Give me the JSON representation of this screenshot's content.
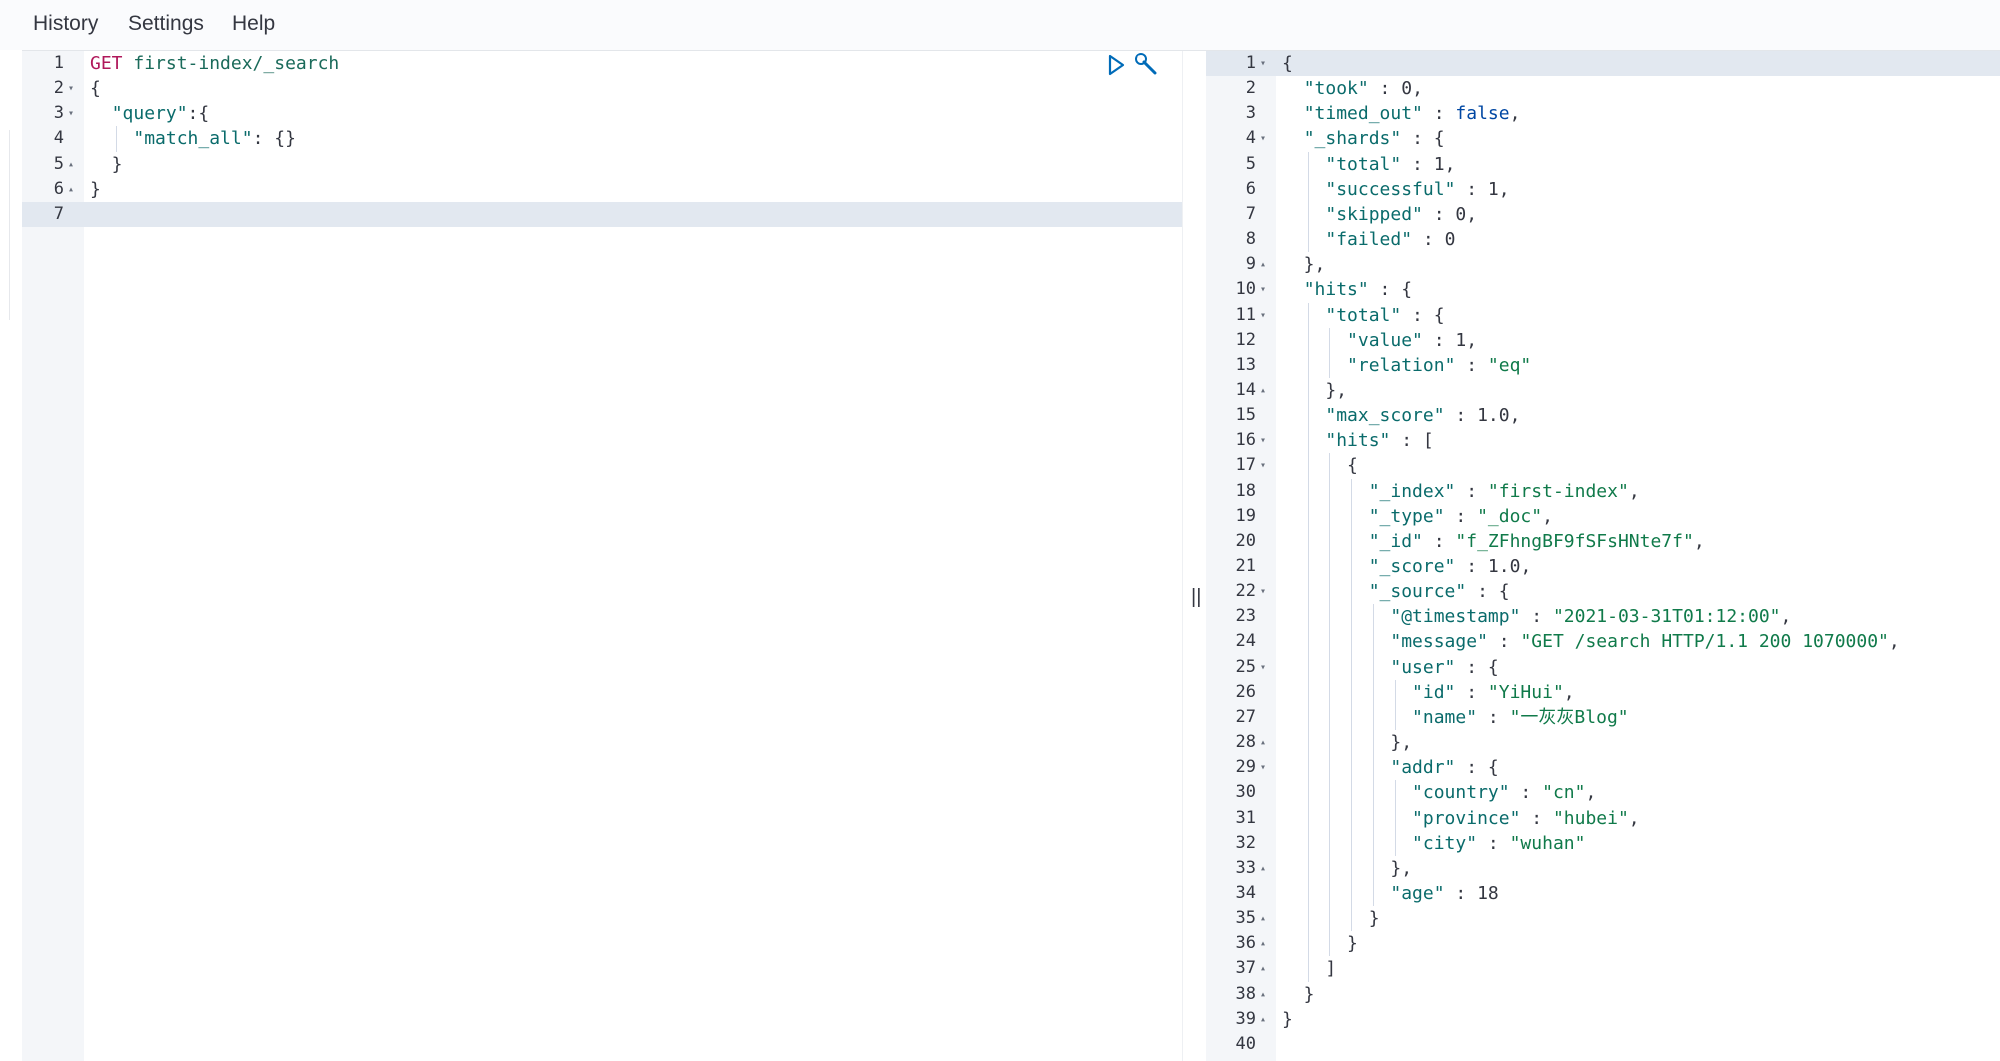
{
  "menu": {
    "history": "History",
    "settings": "Settings",
    "help": "Help"
  },
  "request": {
    "lines": [
      {
        "num": "1",
        "fold": "",
        "tokens": [
          {
            "t": "GET",
            "c": "m"
          },
          {
            "t": " first-index/_search",
            "c": "u"
          }
        ]
      },
      {
        "num": "2",
        "fold": "▾",
        "tokens": [
          {
            "t": "{",
            "c": "p"
          }
        ]
      },
      {
        "num": "3",
        "fold": "▾",
        "tokens": [
          {
            "t": "  ",
            "c": "p"
          },
          {
            "t": "\"query\"",
            "c": "k"
          },
          {
            "t": ":{",
            "c": "p"
          }
        ]
      },
      {
        "num": "4",
        "fold": "",
        "tokens": [
          {
            "t": "    ",
            "c": "p"
          },
          {
            "t": "\"match_all\"",
            "c": "k"
          },
          {
            "t": ": {}",
            "c": "p"
          }
        ]
      },
      {
        "num": "5",
        "fold": "▴",
        "tokens": [
          {
            "t": "  }",
            "c": "p"
          }
        ]
      },
      {
        "num": "6",
        "fold": "▴",
        "tokens": [
          {
            "t": "}",
            "c": "p"
          }
        ]
      },
      {
        "num": "7",
        "fold": "",
        "tokens": []
      }
    ]
  },
  "response": {
    "lines": [
      {
        "num": "1",
        "fold": "▾",
        "tokens": [
          {
            "t": "{",
            "c": "p"
          }
        ]
      },
      {
        "num": "2",
        "fold": "",
        "tokens": [
          {
            "t": "  ",
            "c": "p"
          },
          {
            "t": "\"took\"",
            "c": "k"
          },
          {
            "t": " : ",
            "c": "p"
          },
          {
            "t": "0",
            "c": "n"
          },
          {
            "t": ",",
            "c": "p"
          }
        ]
      },
      {
        "num": "3",
        "fold": "",
        "tokens": [
          {
            "t": "  ",
            "c": "p"
          },
          {
            "t": "\"timed_out\"",
            "c": "k"
          },
          {
            "t": " : ",
            "c": "p"
          },
          {
            "t": "false",
            "c": "b"
          },
          {
            "t": ",",
            "c": "p"
          }
        ]
      },
      {
        "num": "4",
        "fold": "▾",
        "tokens": [
          {
            "t": "  ",
            "c": "p"
          },
          {
            "t": "\"_shards\"",
            "c": "k"
          },
          {
            "t": " : {",
            "c": "p"
          }
        ]
      },
      {
        "num": "5",
        "fold": "",
        "tokens": [
          {
            "t": "    ",
            "c": "p"
          },
          {
            "t": "\"total\"",
            "c": "k"
          },
          {
            "t": " : ",
            "c": "p"
          },
          {
            "t": "1",
            "c": "n"
          },
          {
            "t": ",",
            "c": "p"
          }
        ]
      },
      {
        "num": "6",
        "fold": "",
        "tokens": [
          {
            "t": "    ",
            "c": "p"
          },
          {
            "t": "\"successful\"",
            "c": "k"
          },
          {
            "t": " : ",
            "c": "p"
          },
          {
            "t": "1",
            "c": "n"
          },
          {
            "t": ",",
            "c": "p"
          }
        ]
      },
      {
        "num": "7",
        "fold": "",
        "tokens": [
          {
            "t": "    ",
            "c": "p"
          },
          {
            "t": "\"skipped\"",
            "c": "k"
          },
          {
            "t": " : ",
            "c": "p"
          },
          {
            "t": "0",
            "c": "n"
          },
          {
            "t": ",",
            "c": "p"
          }
        ]
      },
      {
        "num": "8",
        "fold": "",
        "tokens": [
          {
            "t": "    ",
            "c": "p"
          },
          {
            "t": "\"failed\"",
            "c": "k"
          },
          {
            "t": " : ",
            "c": "p"
          },
          {
            "t": "0",
            "c": "n"
          }
        ]
      },
      {
        "num": "9",
        "fold": "▴",
        "tokens": [
          {
            "t": "  },",
            "c": "p"
          }
        ]
      },
      {
        "num": "10",
        "fold": "▾",
        "tokens": [
          {
            "t": "  ",
            "c": "p"
          },
          {
            "t": "\"hits\"",
            "c": "k"
          },
          {
            "t": " : {",
            "c": "p"
          }
        ]
      },
      {
        "num": "11",
        "fold": "▾",
        "tokens": [
          {
            "t": "    ",
            "c": "p"
          },
          {
            "t": "\"total\"",
            "c": "k"
          },
          {
            "t": " : {",
            "c": "p"
          }
        ]
      },
      {
        "num": "12",
        "fold": "",
        "tokens": [
          {
            "t": "      ",
            "c": "p"
          },
          {
            "t": "\"value\"",
            "c": "k"
          },
          {
            "t": " : ",
            "c": "p"
          },
          {
            "t": "1",
            "c": "n"
          },
          {
            "t": ",",
            "c": "p"
          }
        ]
      },
      {
        "num": "13",
        "fold": "",
        "tokens": [
          {
            "t": "      ",
            "c": "p"
          },
          {
            "t": "\"relation\"",
            "c": "k"
          },
          {
            "t": " : ",
            "c": "p"
          },
          {
            "t": "\"eq\"",
            "c": "s"
          }
        ]
      },
      {
        "num": "14",
        "fold": "▴",
        "tokens": [
          {
            "t": "    },",
            "c": "p"
          }
        ]
      },
      {
        "num": "15",
        "fold": "",
        "tokens": [
          {
            "t": "    ",
            "c": "p"
          },
          {
            "t": "\"max_score\"",
            "c": "k"
          },
          {
            "t": " : ",
            "c": "p"
          },
          {
            "t": "1.0",
            "c": "n"
          },
          {
            "t": ",",
            "c": "p"
          }
        ]
      },
      {
        "num": "16",
        "fold": "▾",
        "tokens": [
          {
            "t": "    ",
            "c": "p"
          },
          {
            "t": "\"hits\"",
            "c": "k"
          },
          {
            "t": " : [",
            "c": "p"
          }
        ]
      },
      {
        "num": "17",
        "fold": "▾",
        "tokens": [
          {
            "t": "      {",
            "c": "p"
          }
        ]
      },
      {
        "num": "18",
        "fold": "",
        "tokens": [
          {
            "t": "        ",
            "c": "p"
          },
          {
            "t": "\"_index\"",
            "c": "k"
          },
          {
            "t": " : ",
            "c": "p"
          },
          {
            "t": "\"first-index\"",
            "c": "s"
          },
          {
            "t": ",",
            "c": "p"
          }
        ]
      },
      {
        "num": "19",
        "fold": "",
        "tokens": [
          {
            "t": "        ",
            "c": "p"
          },
          {
            "t": "\"_type\"",
            "c": "k"
          },
          {
            "t": " : ",
            "c": "p"
          },
          {
            "t": "\"_doc\"",
            "c": "s"
          },
          {
            "t": ",",
            "c": "p"
          }
        ]
      },
      {
        "num": "20",
        "fold": "",
        "tokens": [
          {
            "t": "        ",
            "c": "p"
          },
          {
            "t": "\"_id\"",
            "c": "k"
          },
          {
            "t": " : ",
            "c": "p"
          },
          {
            "t": "\"f_ZFhngBF9fSFsHNte7f\"",
            "c": "s"
          },
          {
            "t": ",",
            "c": "p"
          }
        ]
      },
      {
        "num": "21",
        "fold": "",
        "tokens": [
          {
            "t": "        ",
            "c": "p"
          },
          {
            "t": "\"_score\"",
            "c": "k"
          },
          {
            "t": " : ",
            "c": "p"
          },
          {
            "t": "1.0",
            "c": "n"
          },
          {
            "t": ",",
            "c": "p"
          }
        ]
      },
      {
        "num": "22",
        "fold": "▾",
        "tokens": [
          {
            "t": "        ",
            "c": "p"
          },
          {
            "t": "\"_source\"",
            "c": "k"
          },
          {
            "t": " : {",
            "c": "p"
          }
        ]
      },
      {
        "num": "23",
        "fold": "",
        "tokens": [
          {
            "t": "          ",
            "c": "p"
          },
          {
            "t": "\"@timestamp\"",
            "c": "k"
          },
          {
            "t": " : ",
            "c": "p"
          },
          {
            "t": "\"2021-03-31T01:12:00\"",
            "c": "s"
          },
          {
            "t": ",",
            "c": "p"
          }
        ]
      },
      {
        "num": "24",
        "fold": "",
        "tokens": [
          {
            "t": "          ",
            "c": "p"
          },
          {
            "t": "\"message\"",
            "c": "k"
          },
          {
            "t": " : ",
            "c": "p"
          },
          {
            "t": "\"GET /search HTTP/1.1 200 1070000\"",
            "c": "s"
          },
          {
            "t": ",",
            "c": "p"
          }
        ]
      },
      {
        "num": "25",
        "fold": "▾",
        "tokens": [
          {
            "t": "          ",
            "c": "p"
          },
          {
            "t": "\"user\"",
            "c": "k"
          },
          {
            "t": " : {",
            "c": "p"
          }
        ]
      },
      {
        "num": "26",
        "fold": "",
        "tokens": [
          {
            "t": "            ",
            "c": "p"
          },
          {
            "t": "\"id\"",
            "c": "k"
          },
          {
            "t": " : ",
            "c": "p"
          },
          {
            "t": "\"YiHui\"",
            "c": "s"
          },
          {
            "t": ",",
            "c": "p"
          }
        ]
      },
      {
        "num": "27",
        "fold": "",
        "tokens": [
          {
            "t": "            ",
            "c": "p"
          },
          {
            "t": "\"name\"",
            "c": "k"
          },
          {
            "t": " : ",
            "c": "p"
          },
          {
            "t": "\"一灰灰Blog\"",
            "c": "s"
          }
        ]
      },
      {
        "num": "28",
        "fold": "▴",
        "tokens": [
          {
            "t": "          },",
            "c": "p"
          }
        ]
      },
      {
        "num": "29",
        "fold": "▾",
        "tokens": [
          {
            "t": "          ",
            "c": "p"
          },
          {
            "t": "\"addr\"",
            "c": "k"
          },
          {
            "t": " : {",
            "c": "p"
          }
        ]
      },
      {
        "num": "30",
        "fold": "",
        "tokens": [
          {
            "t": "            ",
            "c": "p"
          },
          {
            "t": "\"country\"",
            "c": "k"
          },
          {
            "t": " : ",
            "c": "p"
          },
          {
            "t": "\"cn\"",
            "c": "s"
          },
          {
            "t": ",",
            "c": "p"
          }
        ]
      },
      {
        "num": "31",
        "fold": "",
        "tokens": [
          {
            "t": "            ",
            "c": "p"
          },
          {
            "t": "\"province\"",
            "c": "k"
          },
          {
            "t": " : ",
            "c": "p"
          },
          {
            "t": "\"hubei\"",
            "c": "s"
          },
          {
            "t": ",",
            "c": "p"
          }
        ]
      },
      {
        "num": "32",
        "fold": "",
        "tokens": [
          {
            "t": "            ",
            "c": "p"
          },
          {
            "t": "\"city\"",
            "c": "k"
          },
          {
            "t": " : ",
            "c": "p"
          },
          {
            "t": "\"wuhan\"",
            "c": "s"
          }
        ]
      },
      {
        "num": "33",
        "fold": "▴",
        "tokens": [
          {
            "t": "          },",
            "c": "p"
          }
        ]
      },
      {
        "num": "34",
        "fold": "",
        "tokens": [
          {
            "t": "          ",
            "c": "p"
          },
          {
            "t": "\"age\"",
            "c": "k"
          },
          {
            "t": " : ",
            "c": "p"
          },
          {
            "t": "18",
            "c": "n"
          }
        ]
      },
      {
        "num": "35",
        "fold": "▴",
        "tokens": [
          {
            "t": "        }",
            "c": "p"
          }
        ]
      },
      {
        "num": "36",
        "fold": "▴",
        "tokens": [
          {
            "t": "      }",
            "c": "p"
          }
        ]
      },
      {
        "num": "37",
        "fold": "▴",
        "tokens": [
          {
            "t": "    ]",
            "c": "p"
          }
        ]
      },
      {
        "num": "38",
        "fold": "▴",
        "tokens": [
          {
            "t": "  }",
            "c": "p"
          }
        ]
      },
      {
        "num": "39",
        "fold": "▴",
        "tokens": [
          {
            "t": "}",
            "c": "p"
          }
        ]
      },
      {
        "num": "40",
        "fold": "",
        "tokens": []
      }
    ]
  },
  "icons": {
    "run": "play-icon",
    "settings": "wrench-icon",
    "resize": "drag-handle-icon"
  },
  "divider_grip": "||"
}
